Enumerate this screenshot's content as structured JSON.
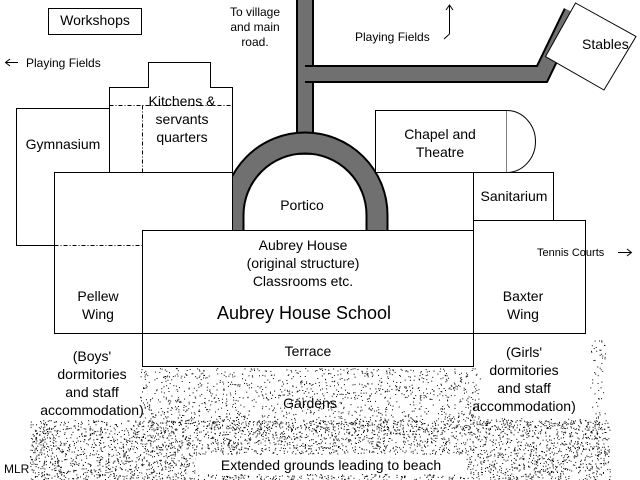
{
  "colors": {
    "ink": "#000000",
    "road": "#707070",
    "speckle": "#000000",
    "background": "#ffffff"
  },
  "labels": {
    "workshops": "Workshops",
    "to_village": [
      "To village",
      "and main",
      "road."
    ],
    "playing_fields_top": "Playing Fields",
    "playing_fields_left": "Playing Fields",
    "stables": "Stables",
    "kitchens": [
      "Kitchens &",
      "servants",
      "quarters"
    ],
    "gymnasium": "Gymnasium",
    "chapel": [
      "Chapel and",
      "Theatre"
    ],
    "portico": "Portico",
    "sanitarium": "Sanitarium",
    "tennis_courts": "Tennis Courts",
    "aubrey_house": [
      "Aubrey House",
      "(original structure)",
      "Classrooms etc."
    ],
    "school_title": "Aubrey House School",
    "pellew": [
      "Pellew",
      "Wing"
    ],
    "baxter": [
      "Baxter",
      "Wing"
    ],
    "boys": [
      "(Boys'",
      "dormitories",
      "and staff",
      "accommodation)"
    ],
    "girls": [
      "(Girls'",
      "dormitories",
      "and staff",
      "accommodation)"
    ],
    "terrace": "Terrace",
    "gardens": "Gardens",
    "extended_grounds": "Extended grounds leading to beach",
    "signature": "MLR"
  },
  "icons": {
    "arrow_up": "arrow-up-icon",
    "arrow_left": "arrow-left-icon",
    "arrow_right": "arrow-right-icon"
  }
}
